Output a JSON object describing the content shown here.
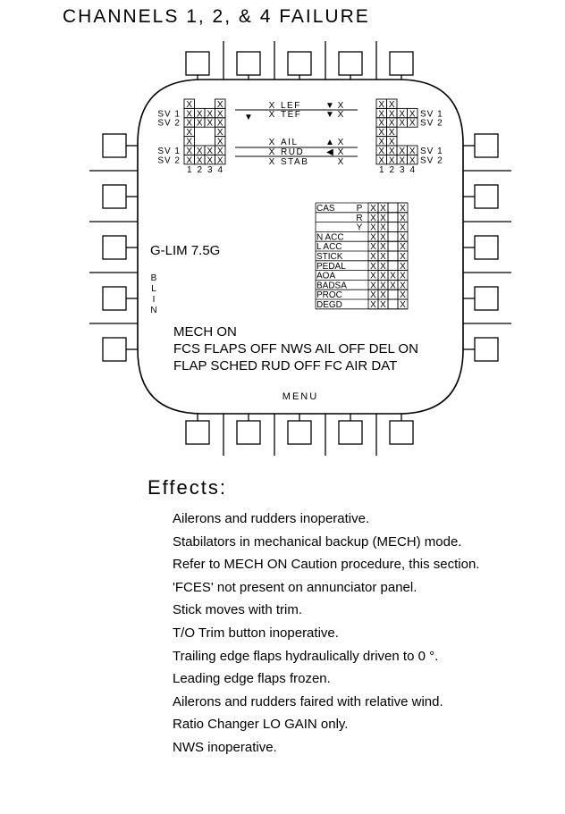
{
  "title": "CHANNELS 1, 2, & 4  FAILURE",
  "display": {
    "left_grid": {
      "row_labels": [
        "",
        "SV  1",
        "SV  2",
        "",
        "",
        "SV  1",
        "SV  2"
      ],
      "cells": [
        [
          "X",
          "",
          "",
          "X"
        ],
        [
          "X",
          "X",
          "X",
          "X"
        ],
        [
          "X",
          "X",
          "X",
          "X"
        ],
        [
          "X",
          "",
          "",
          "X"
        ],
        [
          "X",
          "",
          "",
          "X"
        ],
        [
          "X",
          "X",
          "X",
          "X"
        ],
        [
          "X",
          "X",
          "X",
          "X"
        ]
      ],
      "columns": [
        "1",
        "2",
        "3",
        "4"
      ]
    },
    "right_grid": {
      "row_labels": [
        "",
        "SV  1",
        "SV  2",
        "",
        "",
        "SV  1",
        "SV  2"
      ],
      "cells": [
        [
          "X",
          "X",
          "",
          ""
        ],
        [
          "X",
          "X",
          "X",
          "X"
        ],
        [
          "X",
          "X",
          "X",
          "X"
        ],
        [
          "X",
          "X",
          "",
          ""
        ],
        [
          "X",
          "X",
          "",
          ""
        ],
        [
          "X",
          "X",
          "X",
          "X"
        ],
        [
          "X",
          "X",
          "X",
          "X"
        ]
      ],
      "columns": [
        "1",
        "2",
        "3",
        "4"
      ]
    },
    "surfaces": [
      {
        "left": "X",
        "name": "LEF",
        "arrow": "▼",
        "right": "X"
      },
      {
        "left": "X",
        "name": "TEF",
        "arrow": "▼",
        "right": "X"
      },
      {
        "left": "X",
        "name": "AIL",
        "arrow": "▲",
        "right": "X"
      },
      {
        "left": "X",
        "name": "RUD",
        "arrow": "◀",
        "right": "X"
      },
      {
        "left": "X",
        "name": "STAB",
        "arrow": "",
        "right": "X"
      }
    ],
    "outer_arrow": "▼",
    "g_lim": "G-LIM 7.5G",
    "blin": [
      "B",
      "L",
      "I",
      "N"
    ],
    "cas_table": {
      "rows": [
        {
          "label": "CAS",
          "sub": "P",
          "cells": [
            "X",
            "X",
            "",
            "X"
          ]
        },
        {
          "label": "",
          "sub": "R",
          "cells": [
            "X",
            "X",
            "",
            "X"
          ]
        },
        {
          "label": "",
          "sub": "Y",
          "cells": [
            "X",
            "X",
            "",
            "X"
          ]
        },
        {
          "label": "N ACC",
          "sub": "",
          "cells": [
            "X",
            "X",
            "",
            "X"
          ]
        },
        {
          "label": "L ACC",
          "sub": "",
          "cells": [
            "X",
            "X",
            "",
            "X"
          ]
        },
        {
          "label": "STICK",
          "sub": "",
          "cells": [
            "X",
            "X",
            "",
            "X"
          ]
        },
        {
          "label": "PEDAL",
          "sub": "",
          "cells": [
            "X",
            "X",
            "",
            "X"
          ]
        },
        {
          "label": "AOA",
          "sub": "",
          "cells": [
            "X",
            "X",
            "X",
            "X"
          ]
        },
        {
          "label": "BADSA",
          "sub": "",
          "cells": [
            "X",
            "X",
            "X",
            "X"
          ]
        },
        {
          "label": "PROC",
          "sub": "",
          "cells": [
            "X",
            "X",
            "",
            "X"
          ]
        },
        {
          "label": "DEGD",
          "sub": "",
          "cells": [
            "X",
            "X",
            "",
            "X"
          ]
        }
      ]
    },
    "cautions": [
      "MECH ON",
      "FCS FLAPS OFF NWS AIL OFF DEL ON",
      "FLAP SCHED RUD OFF FC AIR DAT"
    ],
    "menu_label": "MENU"
  },
  "effects": {
    "heading": "Effects:",
    "items": [
      "Ailerons and rudders inoperative.",
      "Stabilators in mechanical backup (MECH) mode.",
      "Refer to MECH ON Caution procedure, this section.",
      "'FCES' not present on annunciator panel.",
      "Stick moves with trim.",
      "T/O Trim button inoperative.",
      "Trailing edge flaps hydraulically driven to 0 °.",
      "Leading edge flaps frozen.",
      "Ailerons and rudders faired with relative wind.",
      "Ratio Changer LO GAIN only.",
      "NWS inoperative."
    ]
  }
}
